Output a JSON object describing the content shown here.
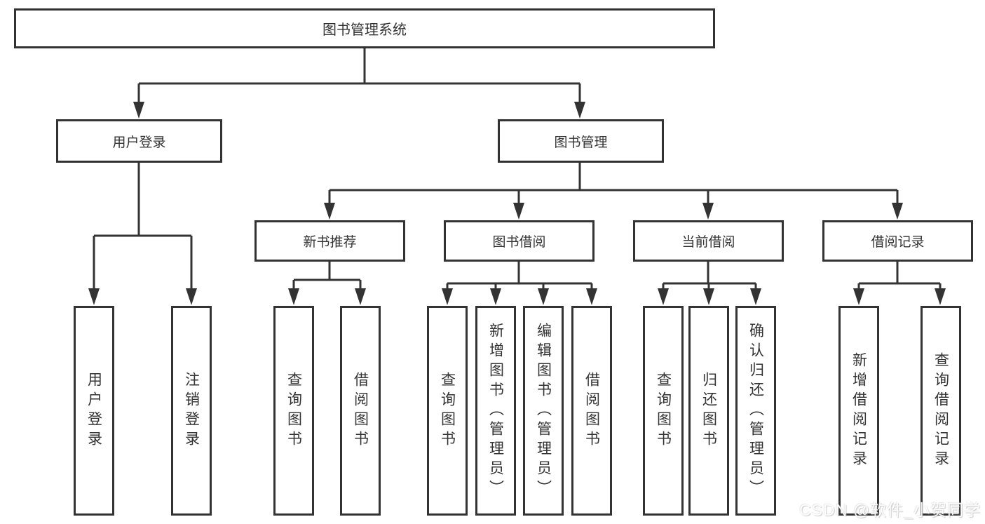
{
  "watermark": "CSDN @软件_小贺同学",
  "colors": {
    "border": "#333333",
    "line": "#333333",
    "text": "#333333",
    "background": "#ffffff",
    "watermark_text": "#ffffff"
  },
  "tree": {
    "label": "图书管理系统",
    "children": [
      {
        "label": "用户登录",
        "children": [
          {
            "label": "用户登录"
          },
          {
            "label": "注销登录"
          }
        ]
      },
      {
        "label": "图书管理",
        "children": [
          {
            "label": "新书推荐",
            "children": [
              {
                "label": "查询图书"
              },
              {
                "label": "借阅图书"
              }
            ]
          },
          {
            "label": "图书借阅",
            "children": [
              {
                "label": "查询图书"
              },
              {
                "label": "新增图书（管理员）"
              },
              {
                "label": "编辑图书（管理员）"
              },
              {
                "label": "借阅图书"
              }
            ]
          },
          {
            "label": "当前借阅",
            "children": [
              {
                "label": "查询图书"
              },
              {
                "label": "归还图书"
              },
              {
                "label": "确认归还（管理员）"
              }
            ]
          },
          {
            "label": "借阅记录",
            "children": [
              {
                "label": "新增借阅记录"
              },
              {
                "label": "查询借阅记录"
              }
            ]
          }
        ]
      }
    ]
  }
}
